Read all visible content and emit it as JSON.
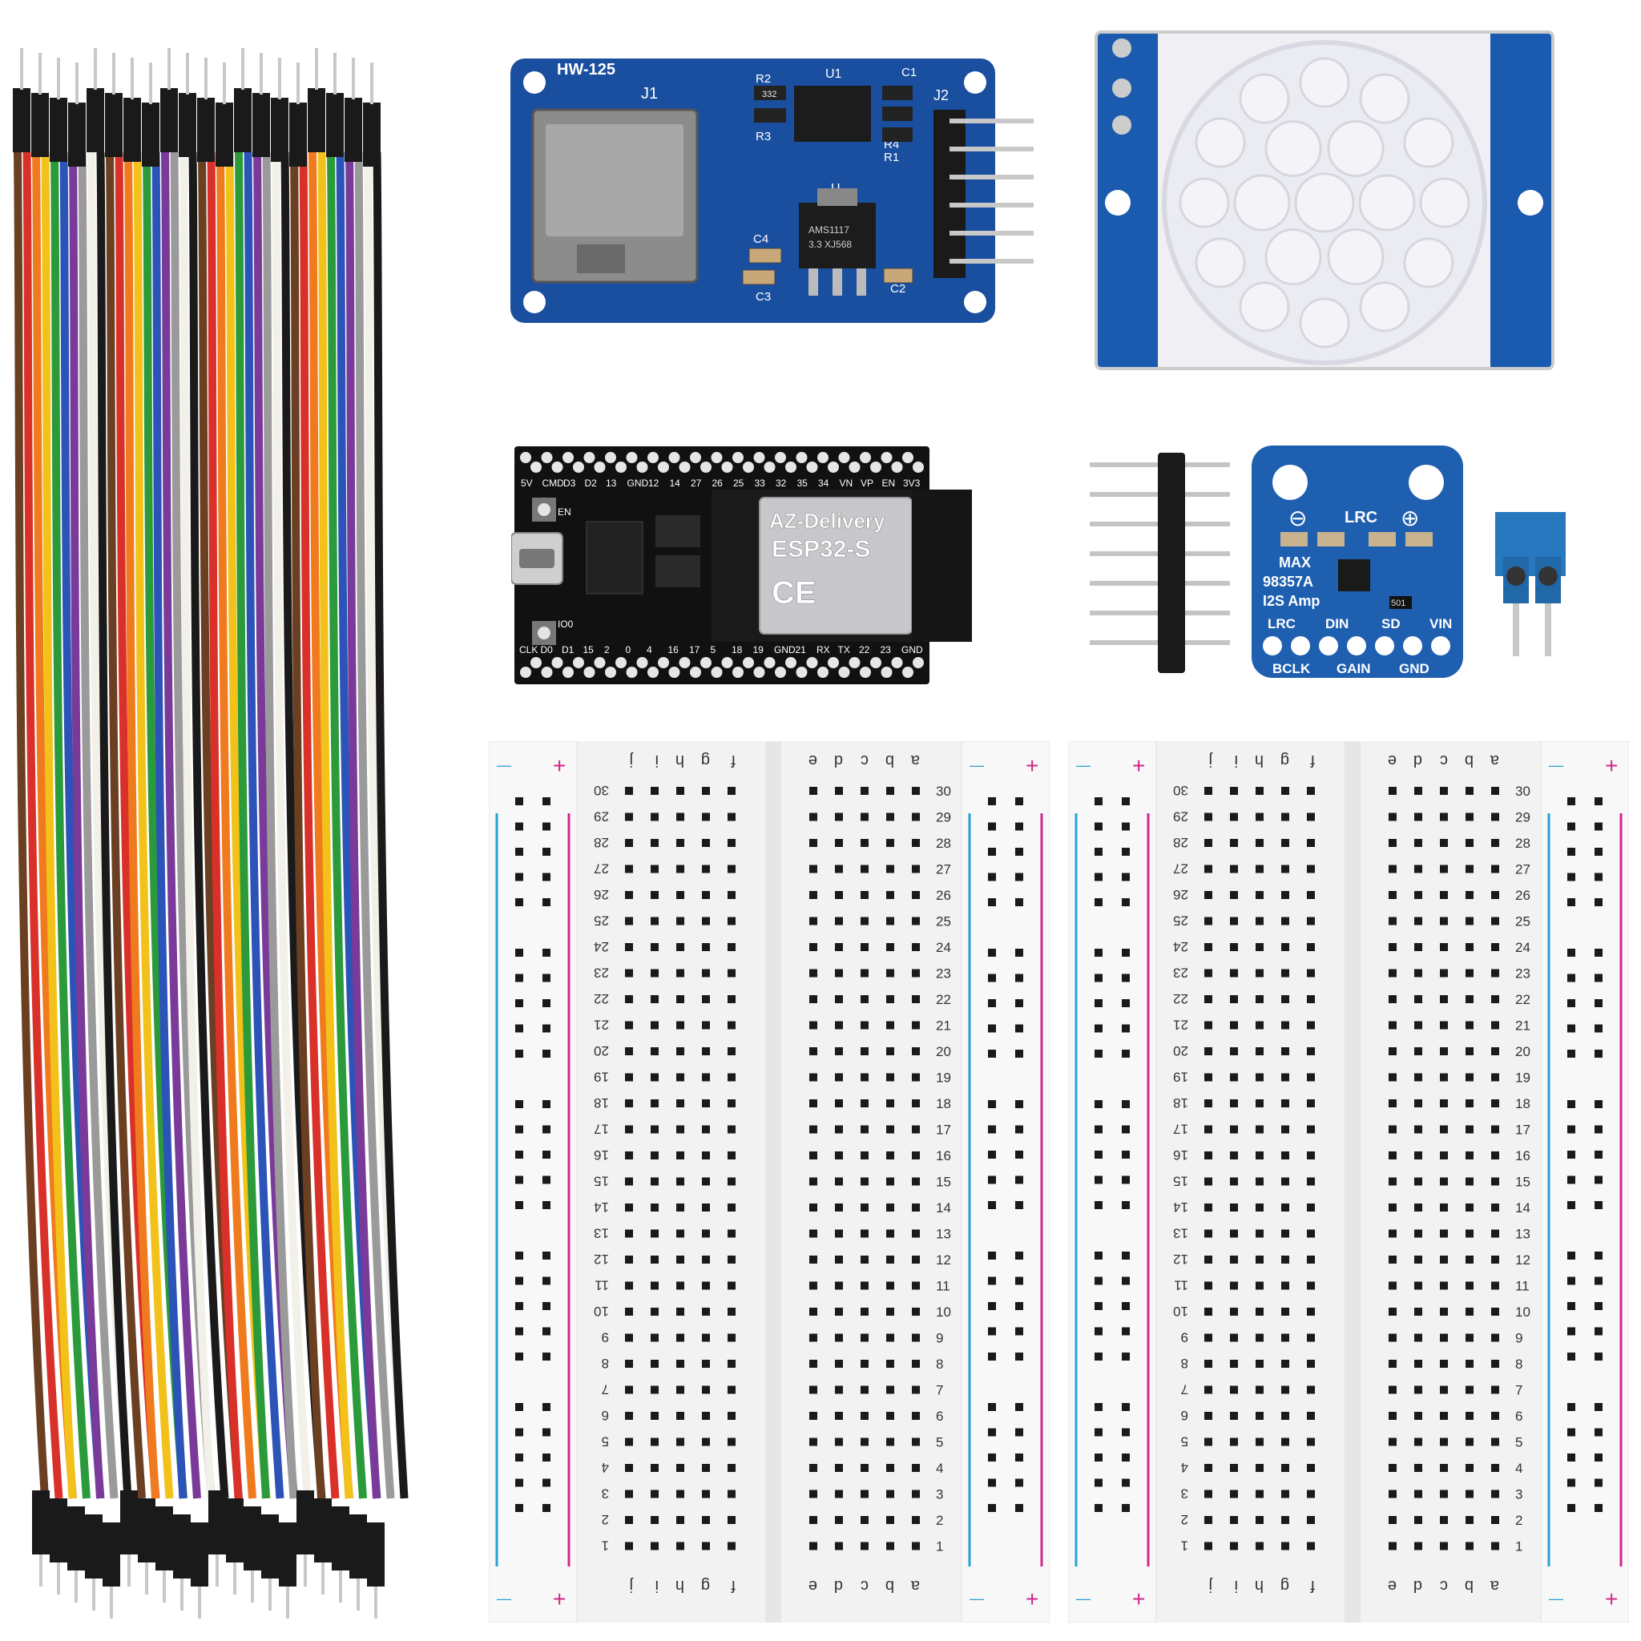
{
  "colors": {
    "pcb_blue": "#1a4fa0",
    "pcb_blue_dark": "#123a7a",
    "pcb_black": "#111111",
    "breadboard": "#f2f2f2",
    "rail_blue": "#2a9fd6",
    "rail_red": "#d0288c",
    "header_black": "#1a1a1a",
    "pin_silver": "#c8c8c8"
  },
  "jumper_wires": {
    "colors": [
      "#6b3f22",
      "#d9302a",
      "#f07a1e",
      "#f2c21a",
      "#2a9a3a",
      "#2b53b8",
      "#7a3a9a",
      "#9a9a9a",
      "#f2f0e8",
      "#1a1a1a"
    ]
  },
  "sd_module": {
    "model": "HW-125",
    "j1": "J1",
    "j2": "J2",
    "u1": "U1",
    "u": "U",
    "r2": "R2",
    "r3": "R3",
    "r4": "R4",
    "r1": "R1",
    "c1": "C1",
    "c2": "C2",
    "c3": "C3",
    "c4": "C4",
    "regulator": "AMS1117",
    "regulator_sub": "3.3 XJ568",
    "res_code": "332"
  },
  "esp32": {
    "top_pins": [
      "5V",
      "CMD",
      "D3",
      "D2",
      "13",
      "GND",
      "12",
      "14",
      "27",
      "26",
      "25",
      "33",
      "32",
      "35",
      "34",
      "VN",
      "VP",
      "EN",
      "3V3"
    ],
    "bottom_pins": [
      "CLK",
      "D0",
      "D1",
      "15",
      "2",
      "0",
      "4",
      "16",
      "17",
      "5",
      "18",
      "19",
      "GND",
      "21",
      "RX",
      "TX",
      "22",
      "23",
      "GND"
    ],
    "brand": "AZ-Delivery",
    "module": "ESP32-S",
    "ce_mark": "CE",
    "en_label": "EN",
    "io0_label": "IO0"
  },
  "amp_module": {
    "lrc_top": "LRC",
    "minus": "⊖",
    "plus": "⊕",
    "chip_line1": "MAX",
    "chip_line2": "98357A",
    "chip_line3": "I2S Amp",
    "res_code": "501",
    "pin_labels_row1": [
      "LRC",
      "DIN",
      "SD",
      "VIN"
    ],
    "pin_labels_row2": [
      "BCLK",
      "GAIN",
      "GND"
    ]
  },
  "breadboard": {
    "rows": [
      "30",
      "29",
      "28",
      "27",
      "26",
      "25",
      "24",
      "23",
      "22",
      "21",
      "20",
      "19",
      "18",
      "17",
      "16",
      "15",
      "14",
      "13",
      "12",
      "11",
      "10",
      "9",
      "8",
      "7",
      "6",
      "5",
      "4",
      "3",
      "2",
      "1"
    ],
    "letters_left": [
      "j",
      "i",
      "h",
      "g",
      "f"
    ],
    "letters_right": [
      "e",
      "d",
      "c",
      "b",
      "a"
    ],
    "plus": "+",
    "minus": "—"
  }
}
